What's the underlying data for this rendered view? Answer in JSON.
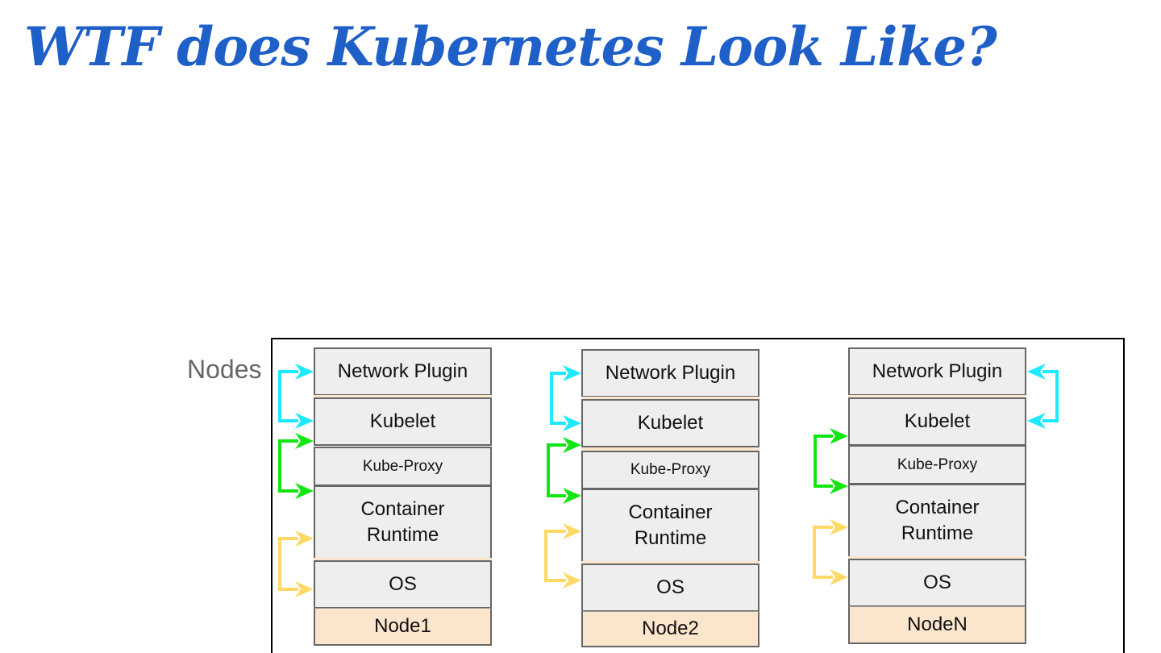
{
  "title": "WTF does Kubernetes Look Like?",
  "nodes_label": "Nodes",
  "colors": {
    "title": "#1f5fc8",
    "network_arrow": "#1de9ff",
    "proxy_arrow": "#11e611",
    "runtime_arrow": "#ffd966",
    "layer_fill": "#eeeeee",
    "node_name_fill": "#fce5cd"
  },
  "nodes": [
    {
      "name": "Node1",
      "network_plugin": "Network Plugin",
      "kubelet": "Kubelet",
      "kube_proxy": "Kube-Proxy",
      "container_runtime": "Container\nRuntime",
      "os": "OS"
    },
    {
      "name": "Node2",
      "network_plugin": "Network Plugin",
      "kubelet": "Kubelet",
      "kube_proxy": "Kube-Proxy",
      "container_runtime": "Container\nRuntime",
      "os": "OS"
    },
    {
      "name": "NodeN",
      "network_plugin": "Network Plugin",
      "kubelet": "Kubelet",
      "kube_proxy": "Kube-Proxy",
      "container_runtime": "Container\nRuntime",
      "os": "OS"
    }
  ]
}
